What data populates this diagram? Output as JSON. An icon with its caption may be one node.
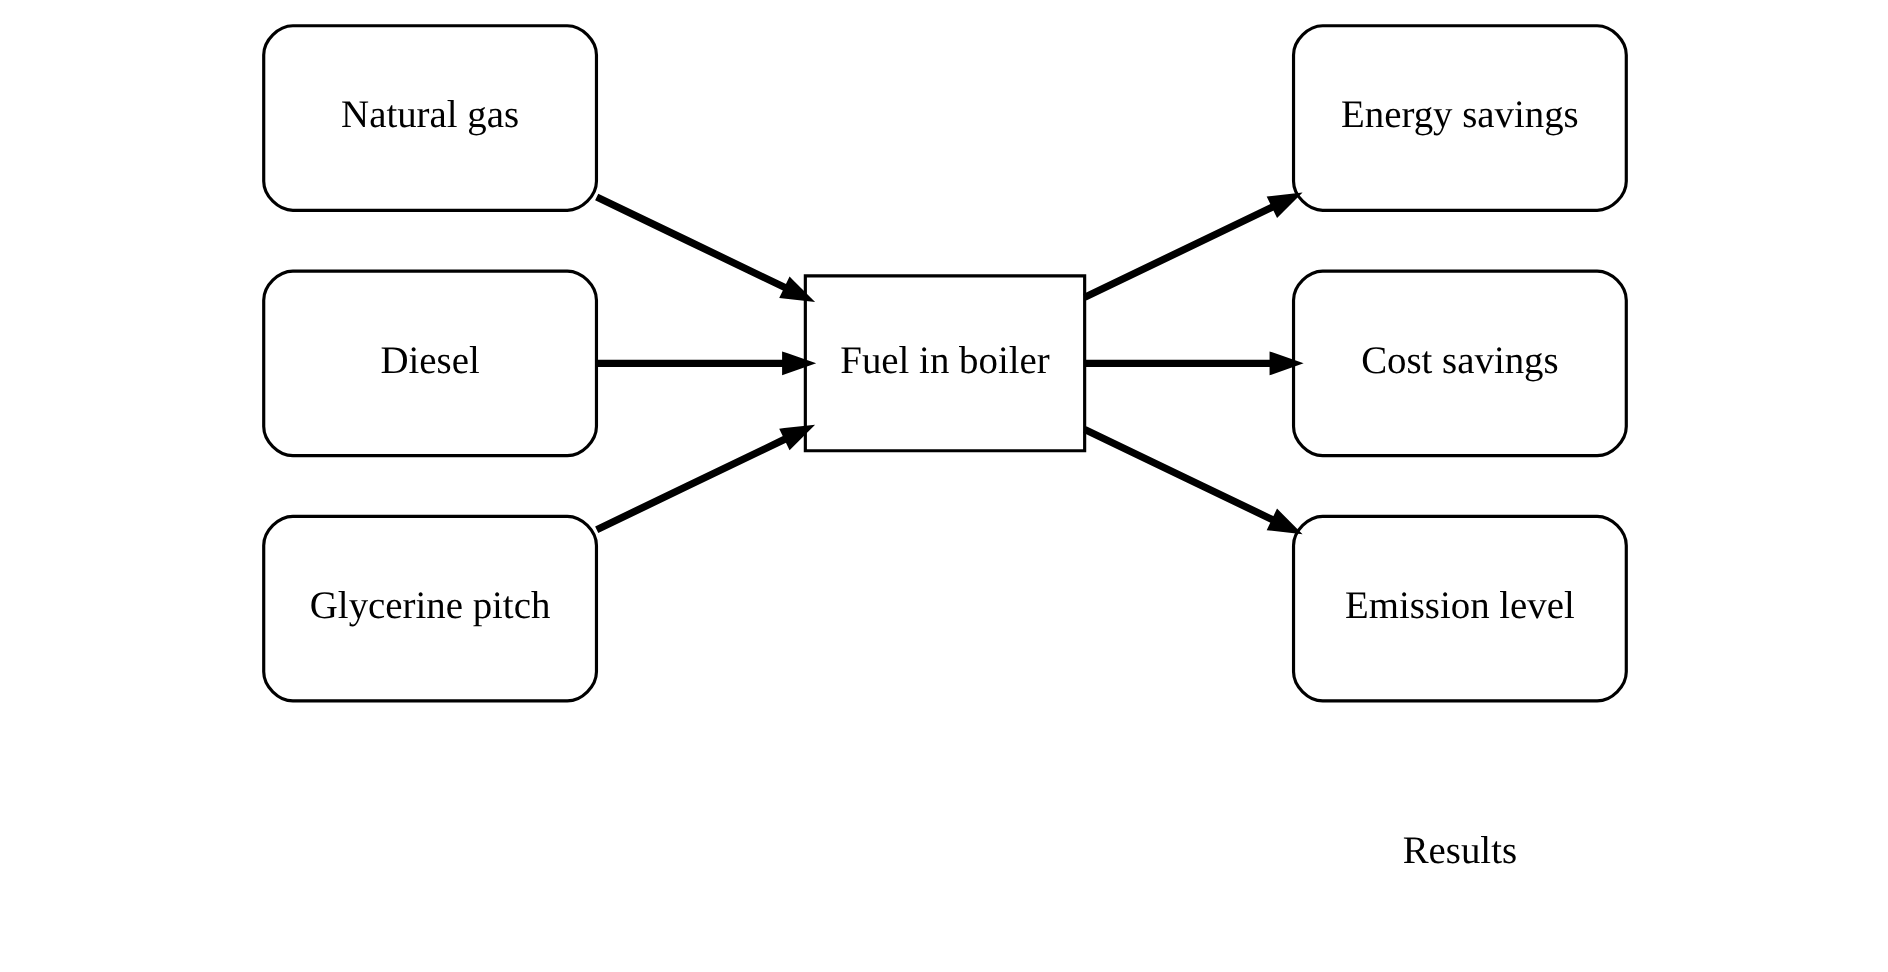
{
  "diagram": {
    "nodes": [
      {
        "text": [
          "Natural gas"
        ]
      },
      {
        "text": [
          "Diesel"
        ]
      },
      {
        "text": [
          "Glycerine pitch"
        ]
      },
      {
        "text": [
          "Fuel in boiler"
        ]
      },
      {
        "text": [
          "Energy savings"
        ]
      },
      {
        "text": [
          "Cost savings"
        ]
      },
      {
        "text": [
          "Emission level"
        ]
      }
    ],
    "edges": [
      {
        "from": 0,
        "to": 3,
        "arrow": "to"
      },
      {
        "from": 1,
        "to": 3,
        "arrow": "to"
      },
      {
        "from": 2,
        "to": 3,
        "arrow": "to"
      },
      {
        "from": 3,
        "to": 4,
        "arrow": "to"
      },
      {
        "from": 3,
        "to": 5,
        "arrow": "to"
      },
      {
        "from": 3,
        "to": 6,
        "arrow": "to"
      }
    ],
    "labels": [
      "Results"
    ]
  }
}
